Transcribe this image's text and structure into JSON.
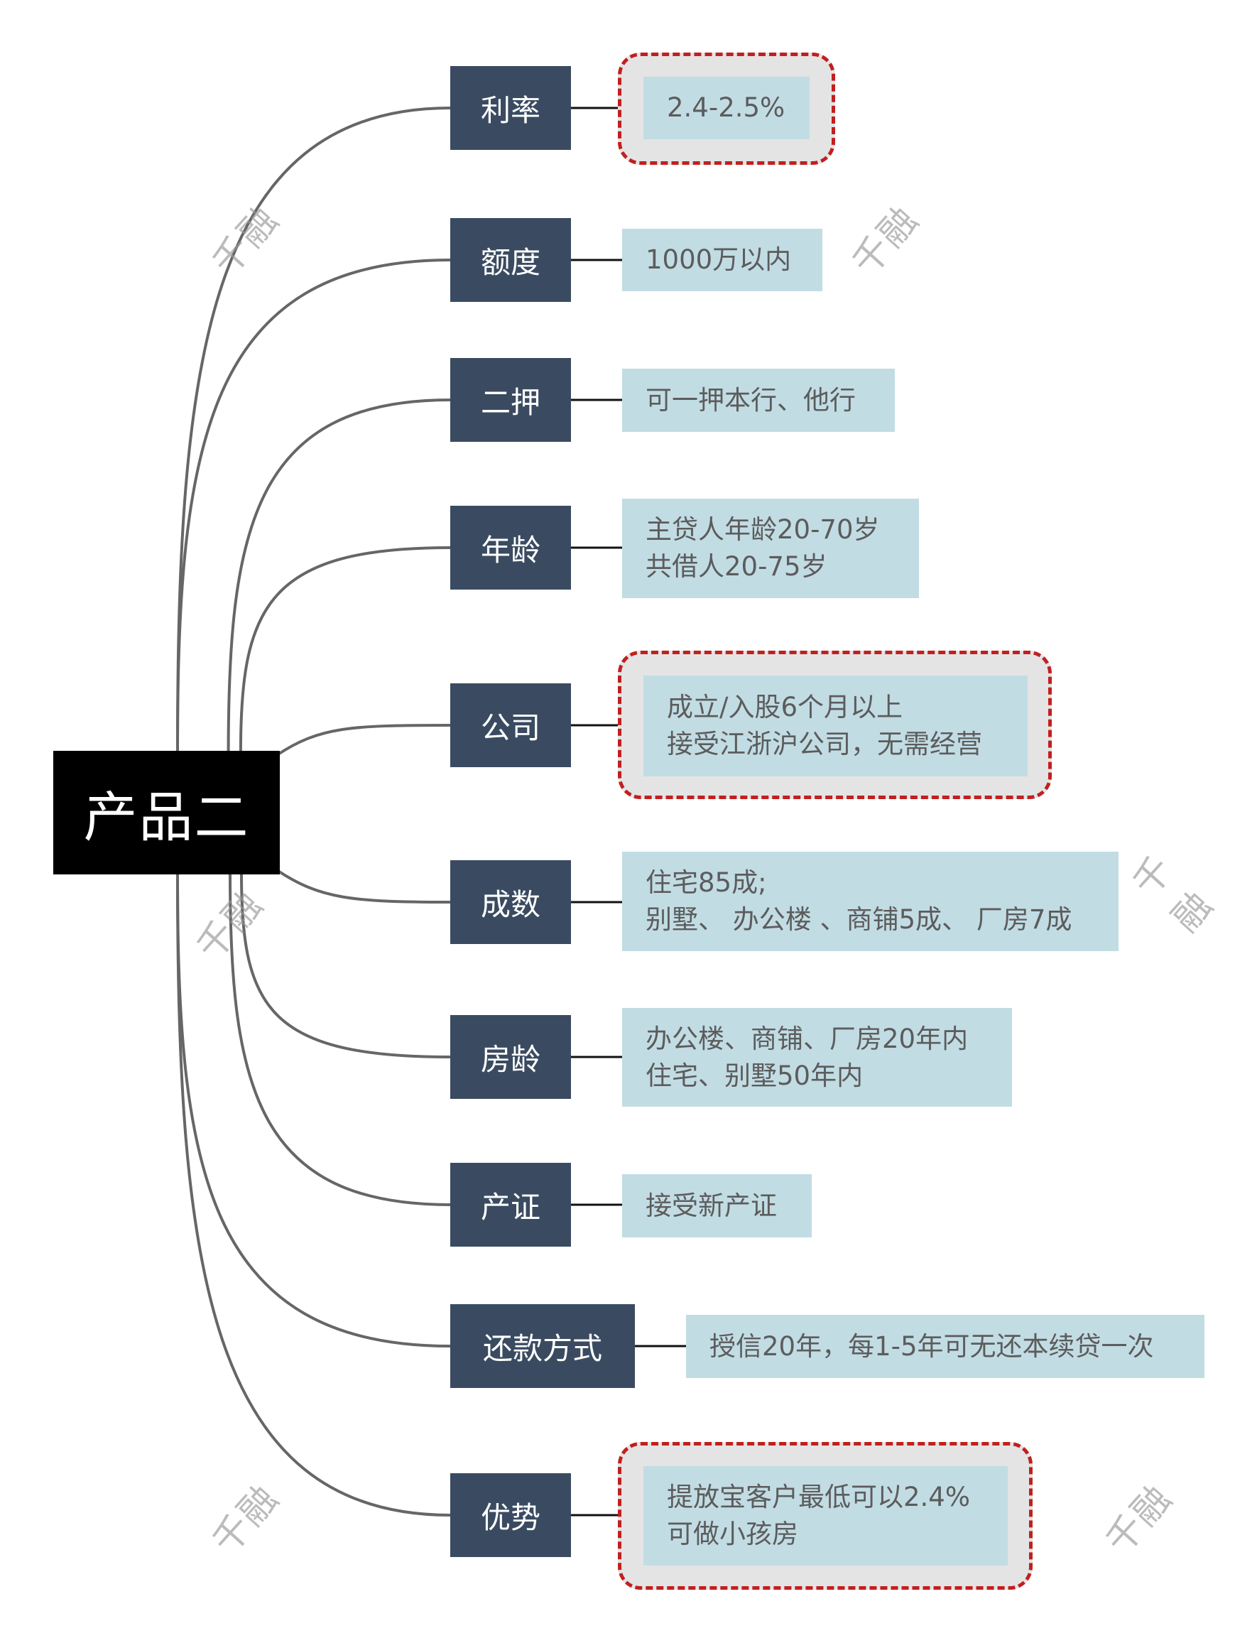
{
  "root": {
    "label": "产品二"
  },
  "branches": [
    {
      "label": "利率",
      "lines": [
        "2.4-2.5%"
      ],
      "highlighted": true
    },
    {
      "label": "额度",
      "lines": [
        "1000万以内"
      ],
      "highlighted": false
    },
    {
      "label": "二押",
      "lines": [
        "可一押本行、他行"
      ],
      "highlighted": false
    },
    {
      "label": "年龄",
      "lines": [
        "主贷人年龄20-70岁",
        "共借人20-75岁"
      ],
      "highlighted": false
    },
    {
      "label": "公司",
      "lines": [
        "成立/入股6个月以上",
        "接受江浙沪公司，无需经营"
      ],
      "highlighted": true
    },
    {
      "label": "成数",
      "lines": [
        "住宅85成;",
        "别墅、 办公楼 、商铺5成、 厂房7成"
      ],
      "highlighted": false
    },
    {
      "label": "房龄",
      "lines": [
        "办公楼、商铺、厂房20年内",
        "住宅、别墅50年内"
      ],
      "highlighted": false
    },
    {
      "label": "产证",
      "lines": [
        "接受新产证"
      ],
      "highlighted": false
    },
    {
      "label": "还款方式",
      "lines": [
        "授信20年，每1-5年可无还本续贷一次"
      ],
      "highlighted": false
    },
    {
      "label": "优势",
      "lines": [
        "提放宝客户最低可以2.4%",
        "可做小孩房"
      ],
      "highlighted": true
    }
  ],
  "watermark": {
    "text": "千融"
  },
  "colors": {
    "root_bg": "#000000",
    "node_bg": "#3a4b61",
    "detail_bg": "#c2dce4",
    "detail_text": "#5c5c5c",
    "highlight_border": "#c0201f",
    "highlight_bg": "#e4e4e4",
    "connector": "#666666"
  }
}
